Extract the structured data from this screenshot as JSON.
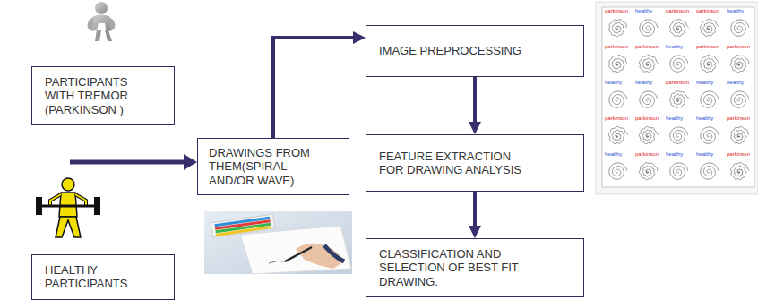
{
  "diagram": {
    "nodes": [
      {
        "text": [
          "PARTICIPANTS WITH TREMOR (PARKINSON )"
        ]
      },
      {
        "text": [
          "HEALTHY PARTICIPANTS"
        ]
      },
      {
        "text": [
          "DRAWINGS FROM THEM(SPIRAL AND/OR WAVE)"
        ]
      },
      {
        "text": [
          "IMAGE PREPROCESSING"
        ]
      },
      {
        "text": [
          "FEATURE EXTRACTION FOR DRAWING ANALYSIS"
        ]
      },
      {
        "text": [
          "CLASSIFICATION AND SELECTION OF BEST FIT DRAWING."
        ]
      }
    ],
    "edges": [
      {
        "from": 2,
        "to": 3,
        "arrow": "to"
      },
      {
        "from": 3,
        "to": 4,
        "arrow": "to"
      },
      {
        "from": 4,
        "to": 5,
        "arrow": "to"
      }
    ],
    "labels": [
      "parkinson",
      "healthy",
      "parkinson",
      "parkinson",
      "healthy",
      "parkinson",
      "parkinson",
      "healthy",
      "parkinson",
      "parkinson",
      "healthy",
      "healthy",
      "parkinson",
      "healthy",
      "healthy",
      "parkinson",
      "parkinson",
      "healthy",
      "healthy",
      "parkinson",
      "healthy",
      "parkinson",
      "healthy",
      "healthy",
      "parkinson"
    ]
  }
}
